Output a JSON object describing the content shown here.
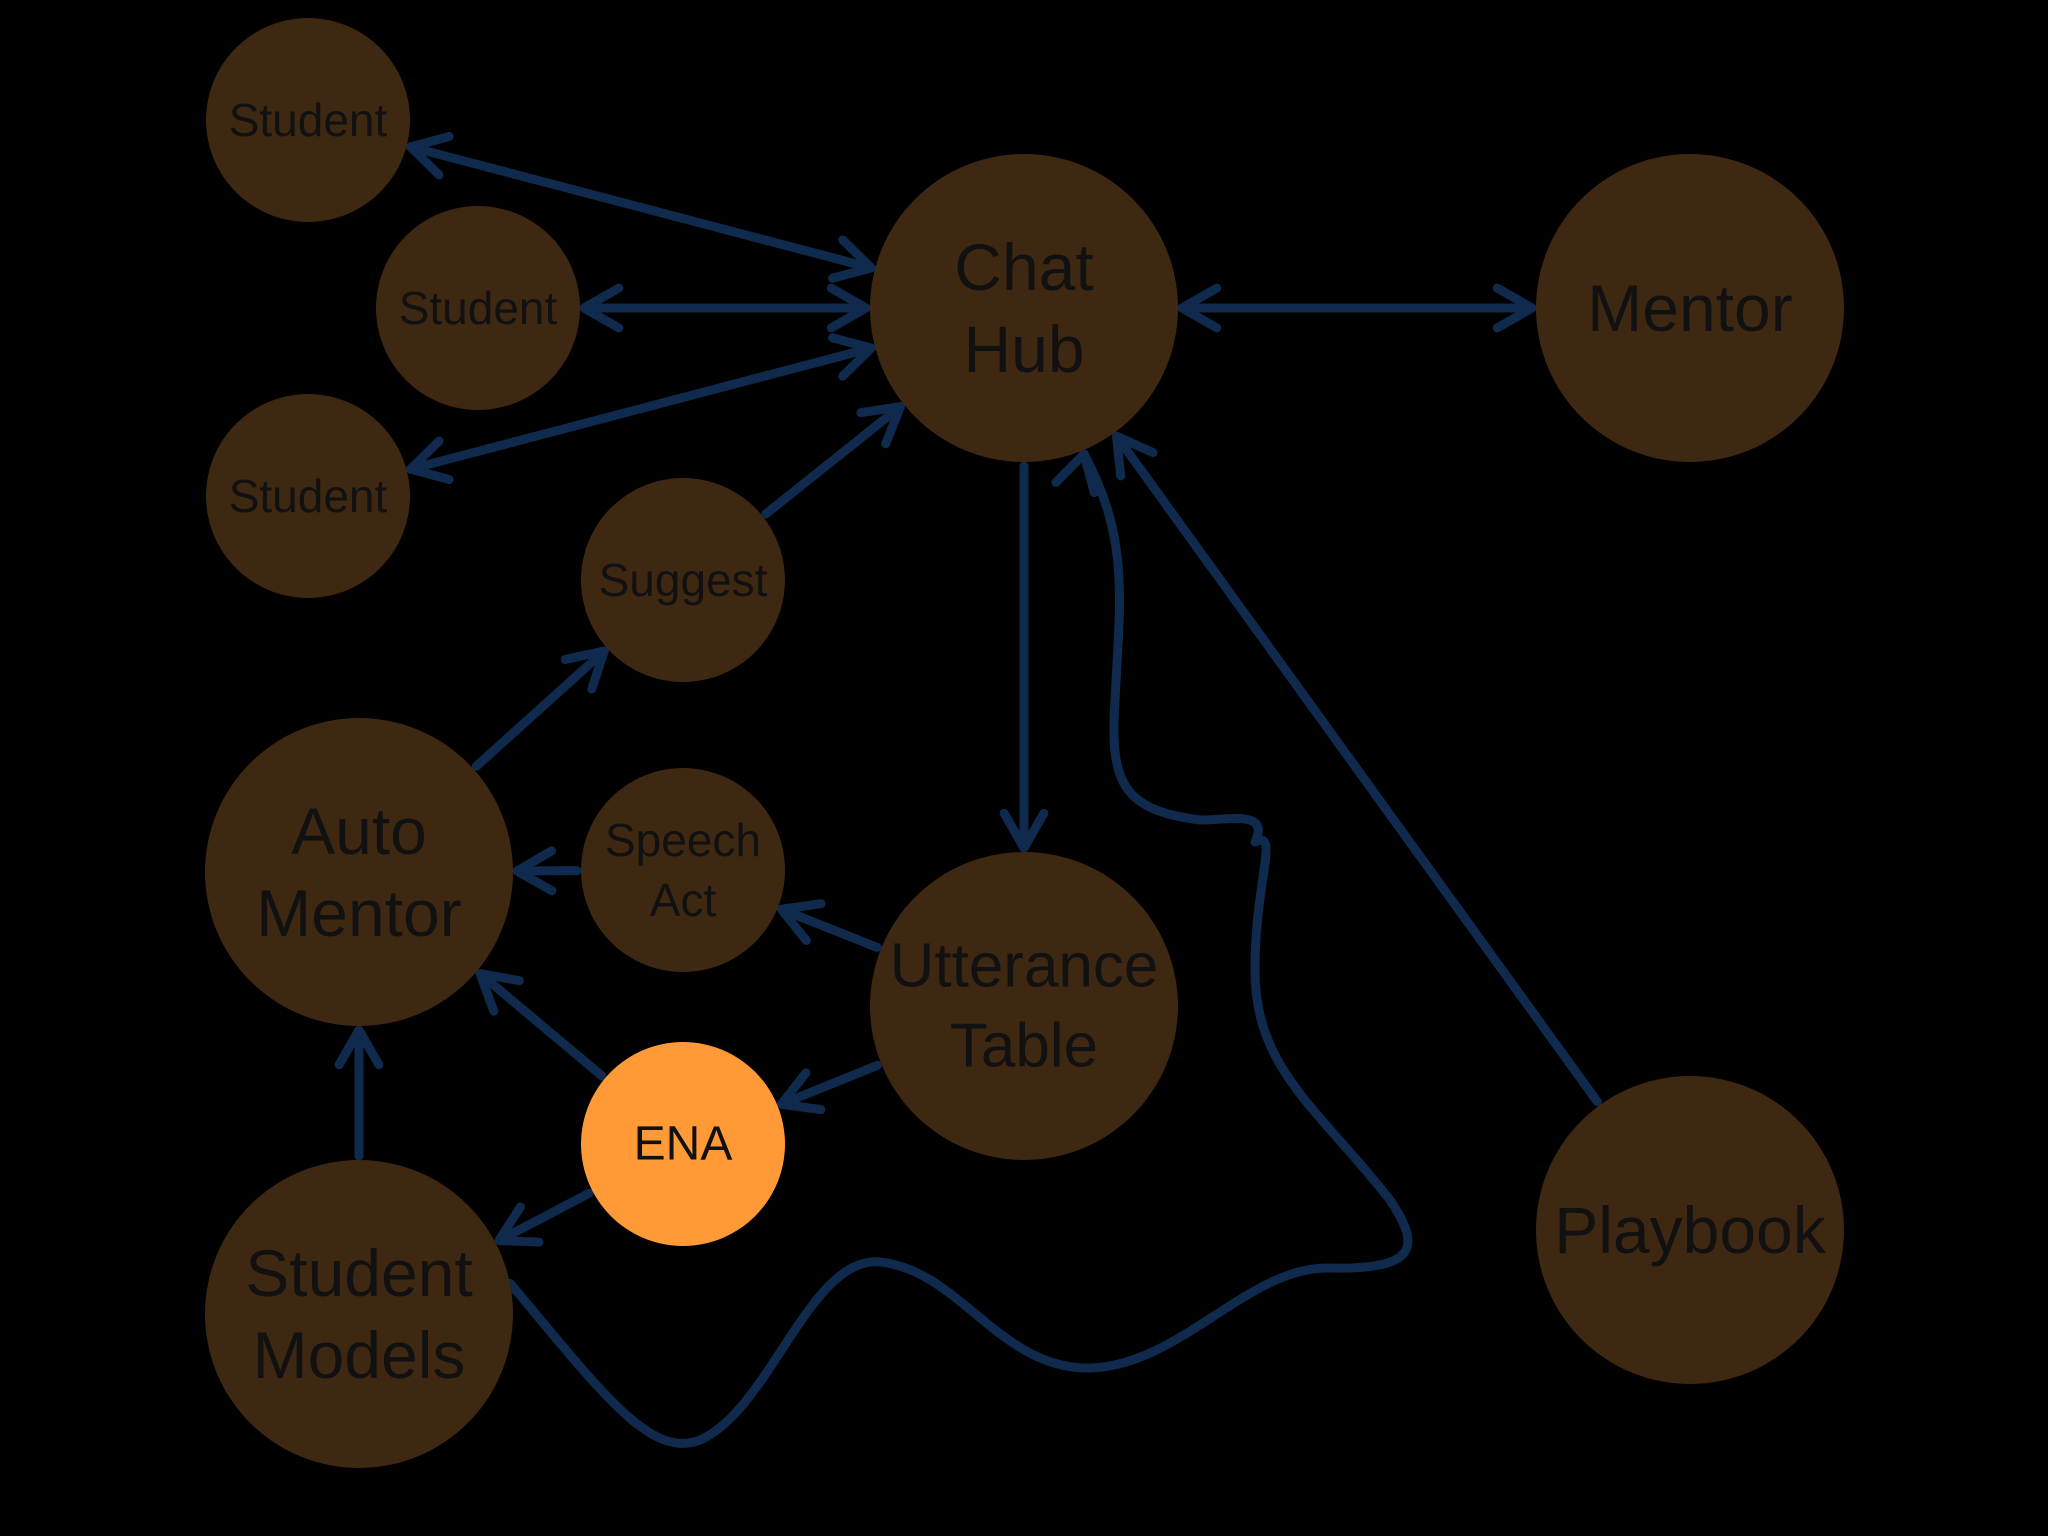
{
  "colors": {
    "background": "#000000",
    "node": "#3f2812",
    "highlight": "#ff9a36",
    "edge": "#0f2a4d",
    "text": "#111111"
  },
  "nodes": {
    "student_1": {
      "label": "Student"
    },
    "student_2": {
      "label": "Student"
    },
    "student_3": {
      "label": "Student"
    },
    "chat_hub": {
      "lines": [
        "Chat",
        "Hub"
      ]
    },
    "mentor": {
      "label": "Mentor"
    },
    "suggest": {
      "label": "Suggest"
    },
    "auto_mentor": {
      "lines": [
        "Auto",
        "Mentor"
      ]
    },
    "speech_act": {
      "lines": [
        "Speech",
        "Act"
      ]
    },
    "utterance_table": {
      "lines": [
        "Utterance",
        "Table"
      ]
    },
    "ena": {
      "label": "ENA"
    },
    "student_models": {
      "lines": [
        "Student",
        "Models"
      ]
    },
    "playbook": {
      "label": "Playbook"
    }
  },
  "edges": [
    {
      "from": "chat_hub",
      "to": "student_1",
      "direction": "both"
    },
    {
      "from": "chat_hub",
      "to": "student_2",
      "direction": "both"
    },
    {
      "from": "chat_hub",
      "to": "student_3",
      "direction": "both"
    },
    {
      "from": "chat_hub",
      "to": "mentor",
      "direction": "both"
    },
    {
      "from": "suggest",
      "to": "chat_hub",
      "direction": "forward"
    },
    {
      "from": "auto_mentor",
      "to": "suggest",
      "direction": "forward"
    },
    {
      "from": "speech_act",
      "to": "auto_mentor",
      "direction": "forward"
    },
    {
      "from": "chat_hub",
      "to": "utterance_table",
      "direction": "forward"
    },
    {
      "from": "utterance_table",
      "to": "speech_act",
      "direction": "forward"
    },
    {
      "from": "utterance_table",
      "to": "ena",
      "direction": "forward"
    },
    {
      "from": "ena",
      "to": "auto_mentor",
      "direction": "forward"
    },
    {
      "from": "ena",
      "to": "student_models",
      "direction": "forward"
    },
    {
      "from": "student_models",
      "to": "auto_mentor",
      "direction": "forward"
    },
    {
      "from": "student_models",
      "to": "chat_hub",
      "direction": "forward",
      "style": "curved"
    },
    {
      "from": "playbook",
      "to": "chat_hub",
      "direction": "forward"
    }
  ]
}
